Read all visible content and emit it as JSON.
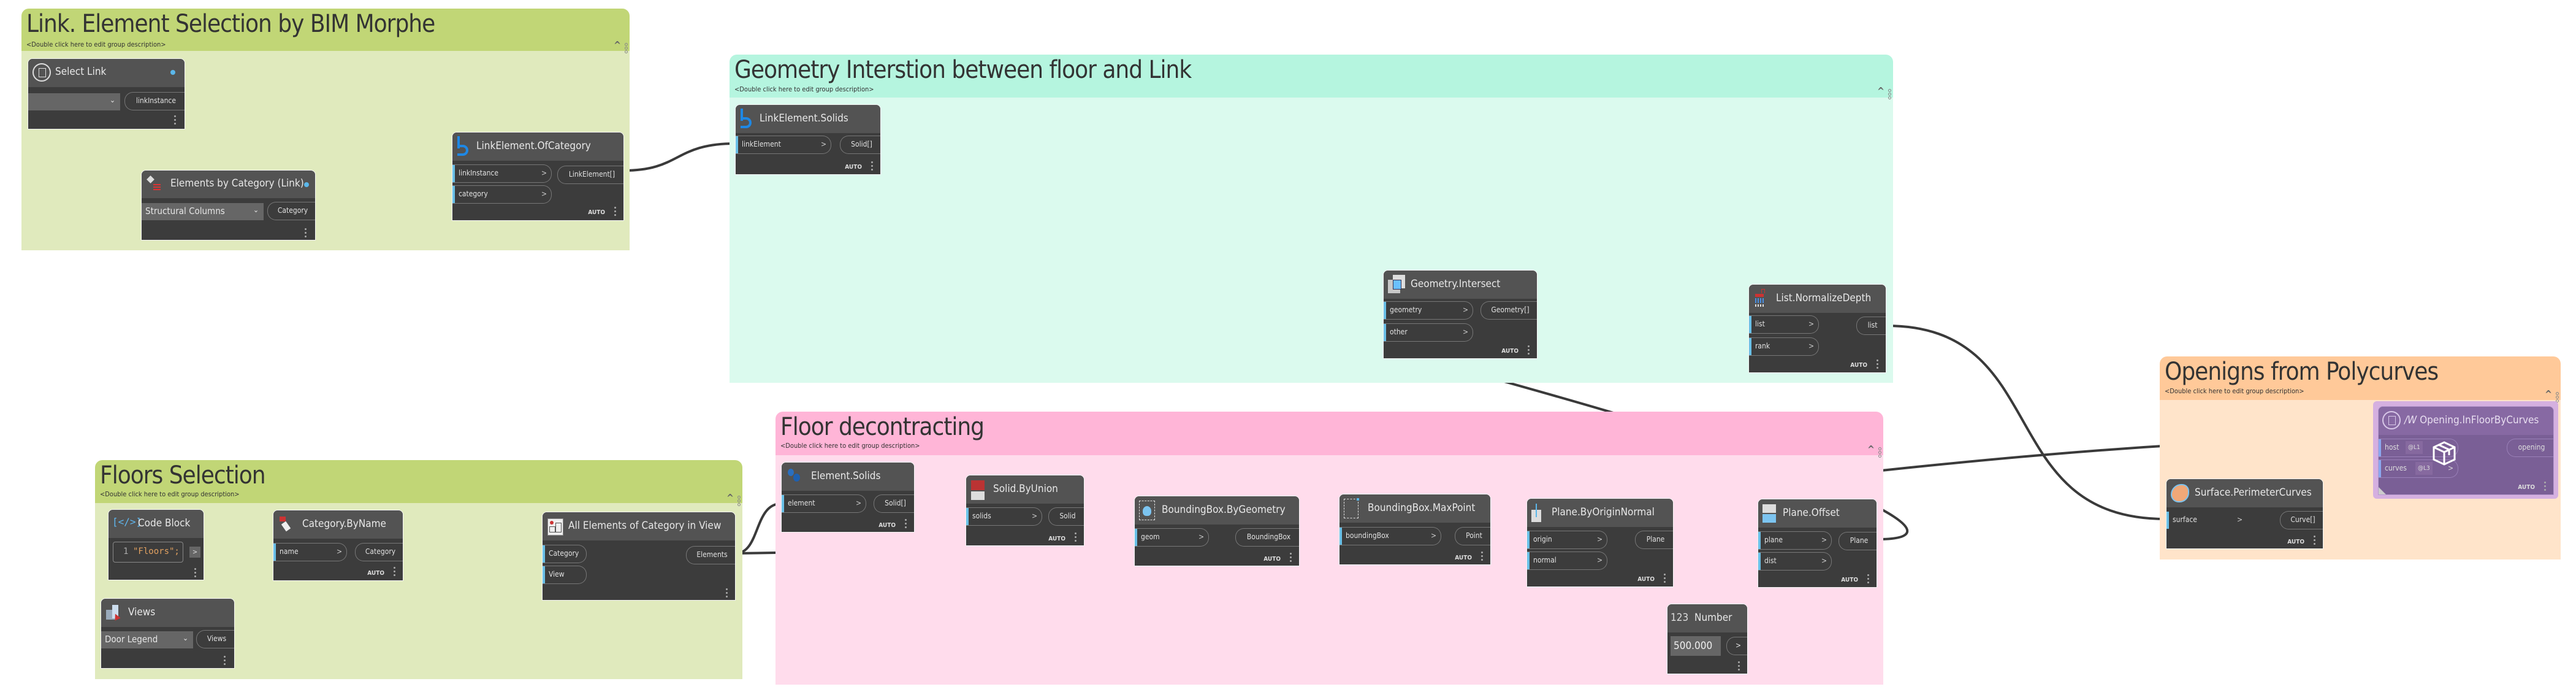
{
  "groups": {
    "link": {
      "title": "Link. Element Selection by BIM Morphe",
      "description": "<Double click here to edit group description>",
      "header_color": "#c1d676",
      "body_color": "#e0eabd"
    },
    "geometry": {
      "title": "Geometry Interstion between floor and Link",
      "description": "<Double click here to edit group description>",
      "header_color": "#b5f5df",
      "body_color": "#dbfaee"
    },
    "floors": {
      "title": "Floors Selection",
      "description": "<Double click here to edit group description>",
      "header_color": "#c1d676",
      "body_color": "#e0eabd"
    },
    "decon": {
      "title": "Floor decontracting",
      "description": "<Double click here to edit group description>",
      "header_color": "#ffb5d7",
      "body_color": "#ffdcec"
    },
    "openings": {
      "title": "Openigns from Polycurves",
      "description": "<Double click here to edit group description>",
      "header_color": "#ffc999",
      "body_color": "#ffe4ca"
    }
  },
  "collapse_glyph": "^",
  "nodes": {
    "select_link": {
      "title": "Select Link",
      "icon": "revit-link-icon",
      "dropdown_value": "",
      "outputs": [
        "linkInstance"
      ]
    },
    "elements_by_category": {
      "title": "Elements by Category (Link)",
      "icon": "tag-list-icon",
      "dropdown_value": "Structural Columns",
      "outputs": [
        "Category"
      ]
    },
    "link_of_category": {
      "title": "LinkElement.OfCategory",
      "icon": "bimorph-icon",
      "inputs": [
        "linkInstance",
        "category"
      ],
      "outputs": [
        "LinkElement[]"
      ],
      "lacing": "AUTO"
    },
    "link_solids": {
      "title": "LinkElement.Solids",
      "icon": "bimorph-icon",
      "inputs": [
        "linkElement"
      ],
      "outputs": [
        "Solid[]"
      ],
      "lacing": "AUTO"
    },
    "geometry_intersect": {
      "title": "Geometry.Intersect",
      "icon": "intersect-icon",
      "inputs": [
        "geometry",
        "other"
      ],
      "outputs": [
        "Geometry[]"
      ],
      "lacing": "AUTO"
    },
    "normalize_depth": {
      "title": "List.NormalizeDepth",
      "icon": "list-icon",
      "inputs": [
        "list",
        "rank"
      ],
      "outputs": [
        "list"
      ],
      "lacing": "AUTO"
    },
    "code_block": {
      "title": "Code Block",
      "icon": "code-icon",
      "line_number": "1",
      "code": "\"Floors\";",
      "output_glyph": ">"
    },
    "category_by_name": {
      "title": "Category.ByName",
      "icon": "category-tag-icon",
      "inputs": [
        "name"
      ],
      "outputs": [
        "Category"
      ],
      "lacing": "AUTO"
    },
    "all_elements": {
      "title": "All Elements of Category in View",
      "icon": "elements-in-view-icon",
      "inputs": [
        "Category",
        "View"
      ],
      "outputs": [
        "Elements"
      ]
    },
    "views": {
      "title": "Views",
      "icon": "views-icon",
      "dropdown_value": "Door Legend",
      "outputs": [
        "Views"
      ]
    },
    "element_solids": {
      "title": "Element.Solids",
      "icon": "solids-icon",
      "inputs": [
        "element"
      ],
      "outputs": [
        "Solid[]"
      ],
      "lacing": "AUTO"
    },
    "solid_by_union": {
      "title": "Solid.ByUnion",
      "icon": "union-icon",
      "inputs": [
        "solids"
      ],
      "outputs": [
        "Solid"
      ],
      "lacing": "AUTO"
    },
    "bb_by_geometry": {
      "title": "BoundingBox.ByGeometry",
      "icon": "bounding-box-icon",
      "inputs": [
        "geom"
      ],
      "outputs": [
        "BoundingBox"
      ],
      "lacing": "AUTO"
    },
    "bb_max_point": {
      "title": "BoundingBox.MaxPoint",
      "icon": "bounding-box-icon",
      "inputs": [
        "boundingBox"
      ],
      "outputs": [
        "Point"
      ],
      "lacing": "AUTO"
    },
    "plane_by_origin_normal": {
      "title": "Plane.ByOriginNormal",
      "icon": "plane-normal-icon",
      "inputs": [
        "origin",
        "normal"
      ],
      "outputs": [
        "Plane"
      ],
      "lacing": "AUTO"
    },
    "plane_offset": {
      "title": "Plane.Offset",
      "icon": "plane-offset-icon",
      "inputs": [
        "plane",
        "dist"
      ],
      "outputs": [
        "Plane"
      ],
      "lacing": "AUTO"
    },
    "number": {
      "title": "Number",
      "icon_text": "123",
      "value": "500.000",
      "output_glyph": ">"
    },
    "surface_perimeter": {
      "title": "Surface.PerimeterCurves",
      "icon": "surface-icon",
      "inputs": [
        "surface"
      ],
      "outputs": [
        "Curve[]"
      ],
      "lacing": "AUTO"
    },
    "opening": {
      "title": "Opening.InFloorByCurves",
      "prefix": "/W",
      "icon": "revit-link-icon",
      "inputs": [
        {
          "name": "host",
          "level": "@L1"
        },
        {
          "name": "curves",
          "level": "@L3"
        }
      ],
      "outputs": [
        "opening"
      ],
      "lacing": "AUTO",
      "overlay_icon": "package-icon"
    }
  }
}
